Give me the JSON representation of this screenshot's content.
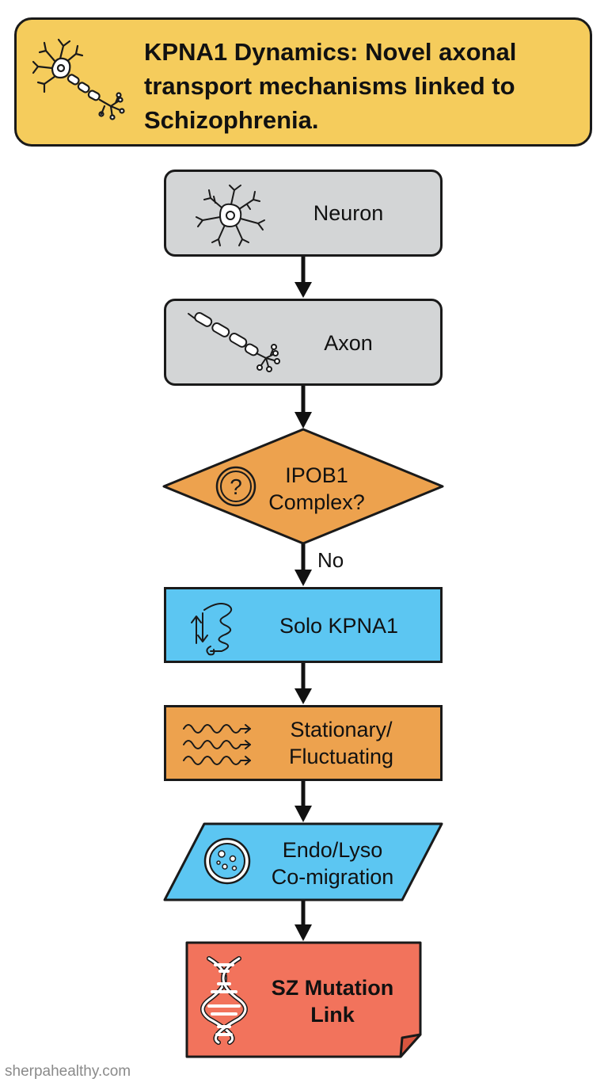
{
  "title": {
    "text": "KPNA1 Dynamics: Novel axonal transport mechanisms linked to Schizophrenia."
  },
  "nodes": {
    "neuron": {
      "label": "Neuron",
      "icon": "neuron-icon"
    },
    "axon": {
      "label": "Axon",
      "icon": "axon-icon"
    },
    "decision": {
      "line1": "IPOB1",
      "line2": "Complex?",
      "icon": "question-icon"
    },
    "solo": {
      "label": "Solo KPNA1",
      "icon": "protein-icon"
    },
    "stationary": {
      "line1": "Stationary/",
      "line2": "Fluctuating",
      "icon": "waves-icon"
    },
    "endo": {
      "line1": "Endo/Lyso",
      "line2": "Co-migration",
      "icon": "cell-icon"
    },
    "sz": {
      "line1": "SZ Mutation",
      "line2": "Link",
      "icon": "dna-icon"
    }
  },
  "edges": {
    "no_label": "No"
  },
  "colors": {
    "title_bg": "#f5cc5c",
    "grey_node": "#d3d5d6",
    "orange_node": "#eda24e",
    "blue_node": "#5cc6f2",
    "red_node": "#f2735c",
    "stroke": "#1a1a1a"
  },
  "watermark": "sherpahealthy.com"
}
